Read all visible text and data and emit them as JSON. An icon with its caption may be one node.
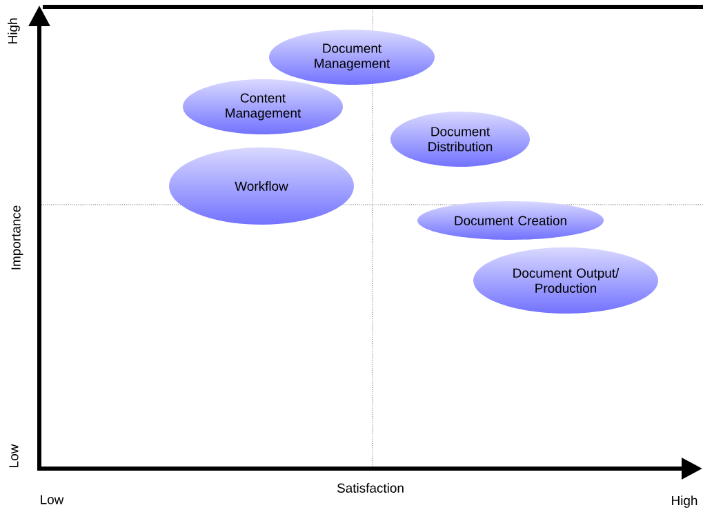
{
  "diagram": {
    "nodes": [
      {
        "text": [
          "Document Management"
        ]
      },
      {
        "text": [
          "Content Management"
        ]
      },
      {
        "text": [
          "Workflow"
        ]
      },
      {
        "text": [
          "Document Distribution"
        ]
      },
      {
        "text": [
          "Document Creation"
        ]
      },
      {
        "text": [
          "Document Output/ Production"
        ]
      }
    ],
    "labels": [
      "High",
      "Importance",
      "Low",
      "Satisfaction",
      "Low",
      "High"
    ]
  }
}
